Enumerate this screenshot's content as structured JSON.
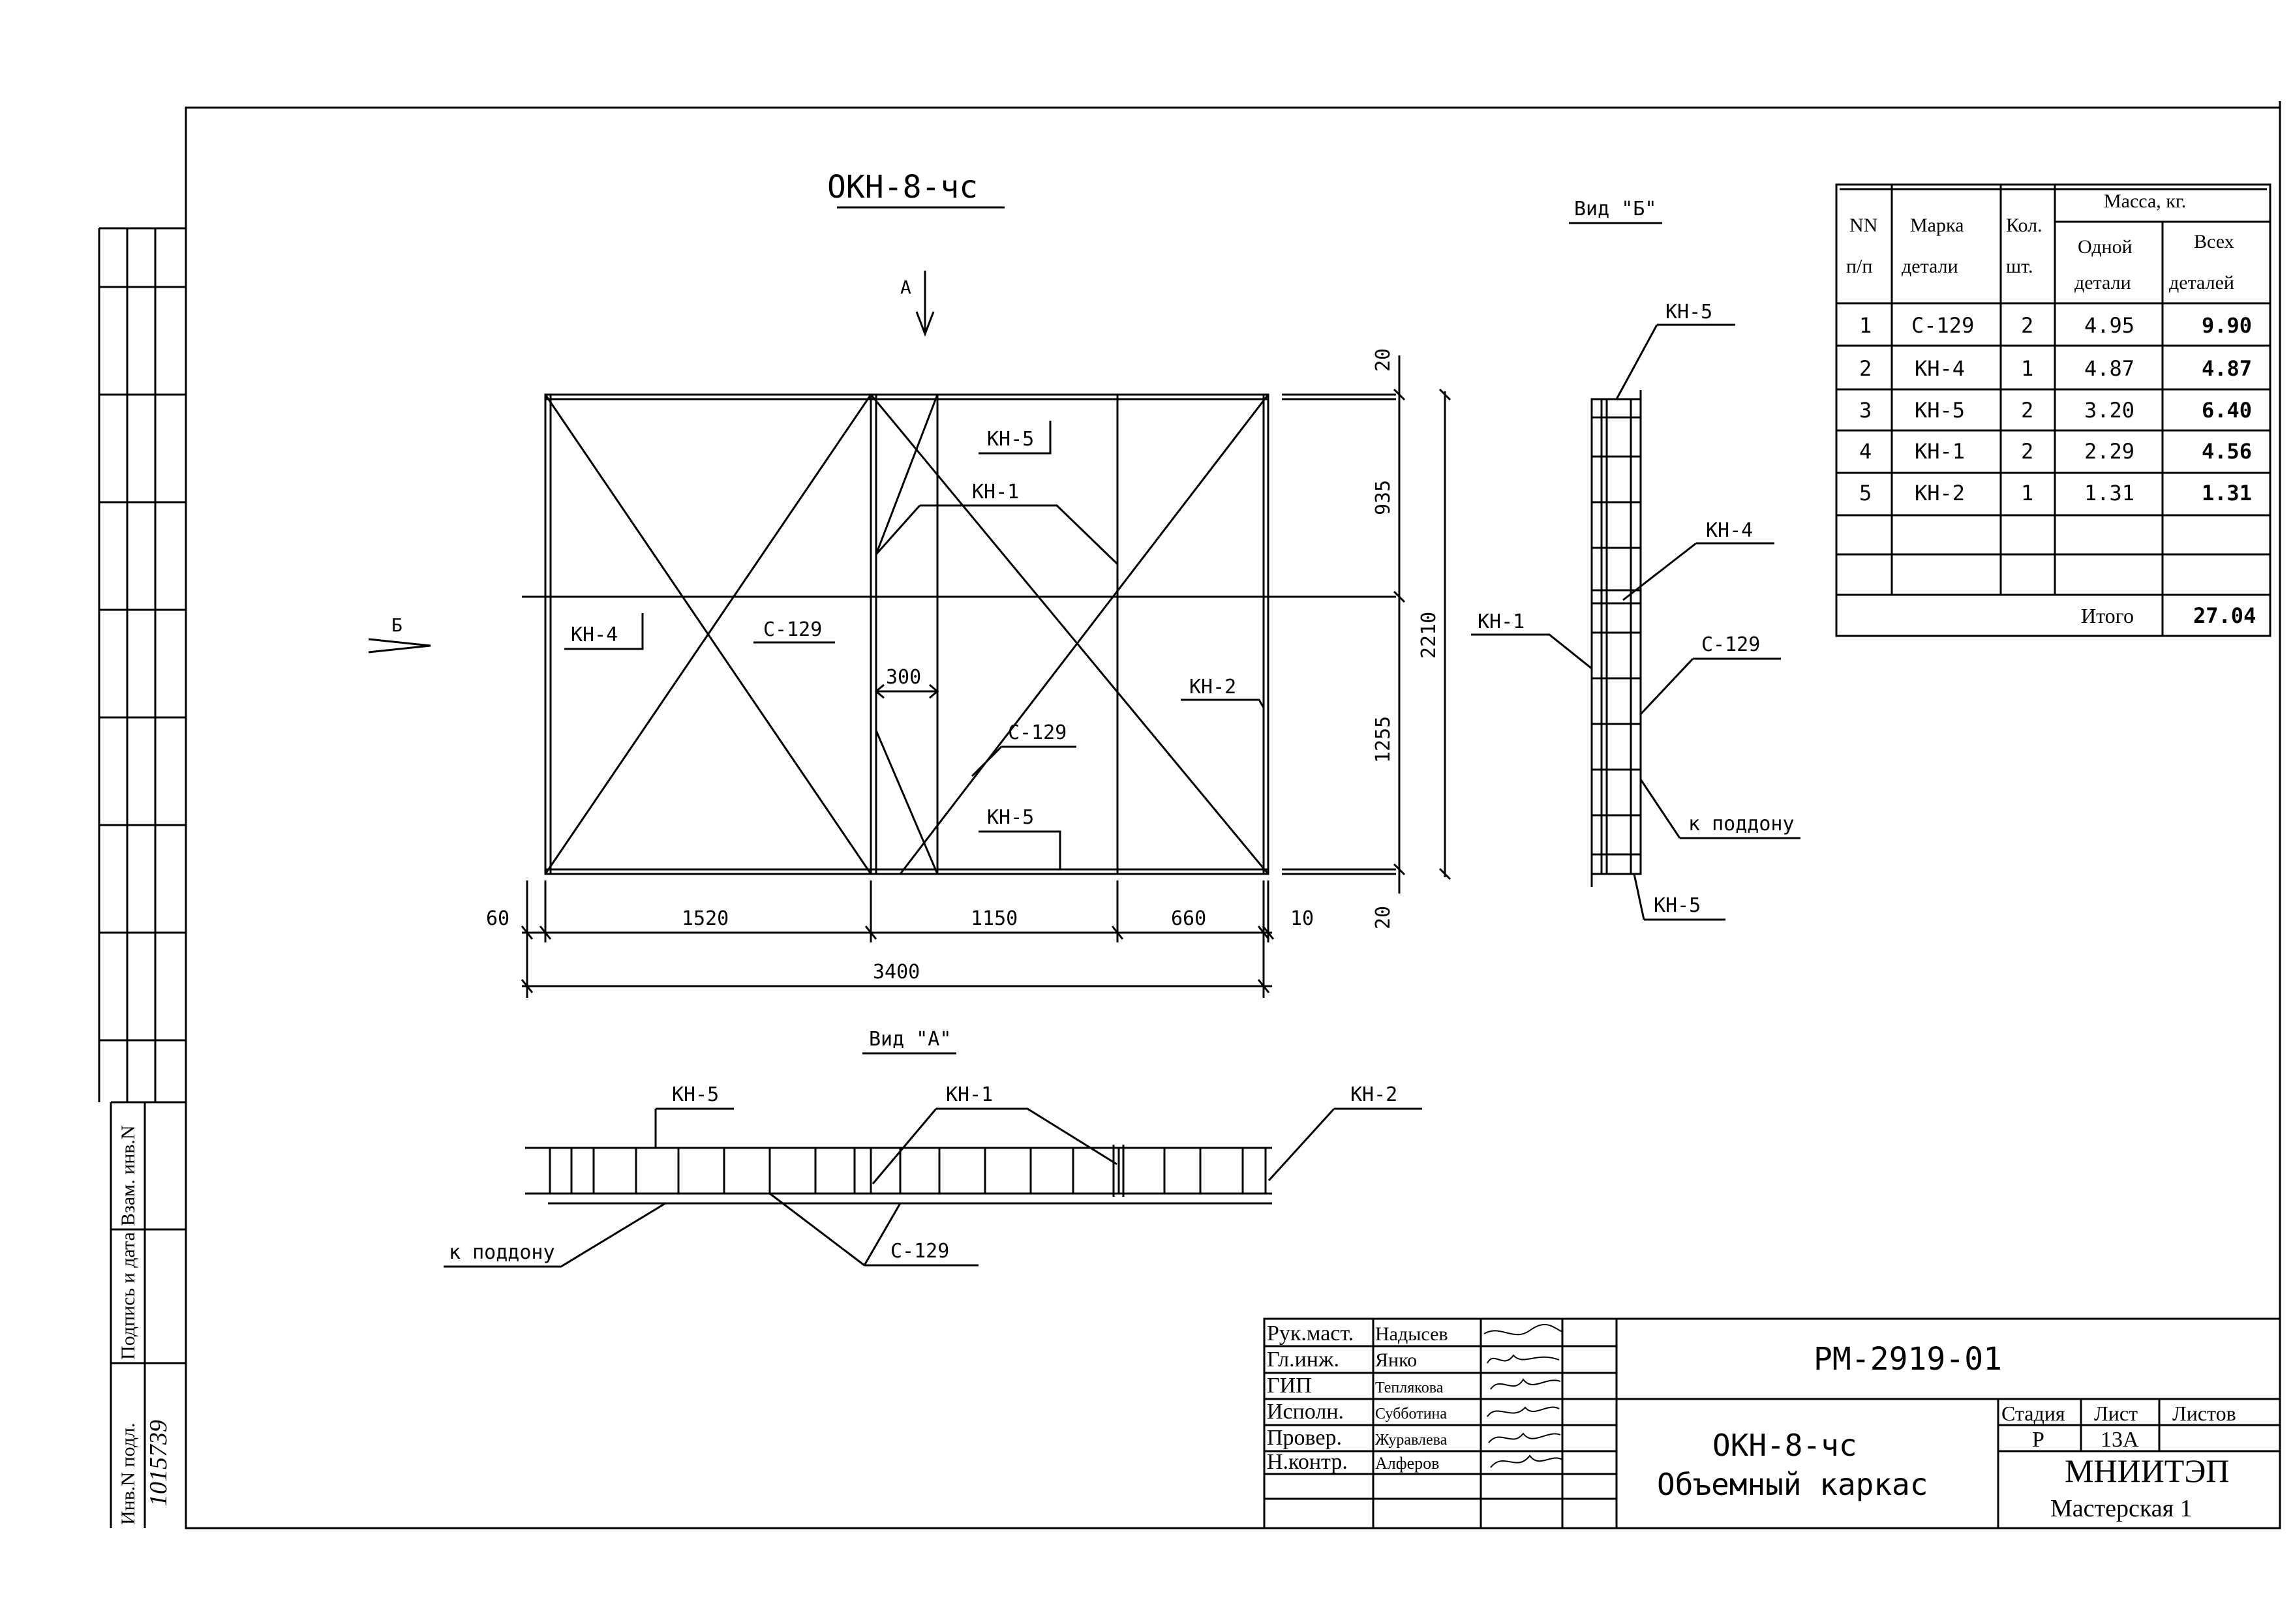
{
  "drawing": {
    "title": "ОКН-8-чс",
    "view_a_label": "Вид \"А\"",
    "view_b_label": "Вид \"Б\"",
    "arrow_a": "А",
    "arrow_b": "Б"
  },
  "plan_labels": {
    "kn5_top": "КН-5",
    "kn1": "КН-1",
    "kn4": "КН-4",
    "c129_left": "С-129",
    "c129_right": "С-129",
    "kn2": "КН-2",
    "kn5_bottom": "КН-5",
    "dim_300": "300"
  },
  "dims_bottom": [
    "60",
    "1520",
    "1150",
    "660",
    "10"
  ],
  "dim_total": "3400",
  "dims_right": [
    "20",
    "935",
    "1255",
    "20"
  ],
  "dim_height": "2210",
  "view_b": {
    "kn5_top": "КН-5",
    "kn4": "КН-4",
    "kn1": "КН-1",
    "c129": "С-129",
    "to_pallet": "к поддону",
    "kn5_bottom": "КН-5"
  },
  "view_a": {
    "kn5": "КН-5",
    "kn1": "КН-1",
    "kn2": "КН-2",
    "to_pallet": "к поддону",
    "c129": "С-129"
  },
  "spec_table": {
    "h_nn": [
      "NN",
      "п/п"
    ],
    "h_mark": [
      "Марка",
      "детали"
    ],
    "h_qty": [
      "Кол.",
      "шт."
    ],
    "h_mass": "Масса, кг.",
    "h_one": [
      "Одной",
      "детали"
    ],
    "h_all": [
      "Всех",
      "деталей"
    ],
    "rows": [
      {
        "nn": "1",
        "mark": "С-129",
        "qty": "2",
        "one": "4.95",
        "all": "9.90"
      },
      {
        "nn": "2",
        "mark": "КН-4",
        "qty": "1",
        "one": "4.87",
        "all": "4.87"
      },
      {
        "nn": "3",
        "mark": "КН-5",
        "qty": "2",
        "one": "3.20",
        "all": "6.40"
      },
      {
        "nn": "4",
        "mark": "КН-1",
        "qty": "2",
        "one": "2.29",
        "all": "4.56"
      },
      {
        "nn": "5",
        "mark": "КН-2",
        "qty": "1",
        "one": "1.31",
        "all": "1.31"
      }
    ],
    "total_label": "Итого",
    "total_value": "27.04"
  },
  "title_block": {
    "roles": [
      "Рук.маст.",
      "Гл.инж.",
      "ГИП",
      "Исполн.",
      "Провер.",
      "Н.контр."
    ],
    "names": [
      "Надысев",
      "Янко",
      "Теплякова",
      "Субботина",
      "Журавлева",
      "Алферов"
    ],
    "doc_code": "РМ-2919-01",
    "product": "ОКН-8-чс",
    "product_name": "Объемный каркас",
    "h_stage": "Стадия",
    "h_sheet": "Лист",
    "h_sheets": "Листов",
    "stage": "Р",
    "sheet": "13А",
    "org": "МНИИТЭП",
    "workshop": "Мастерская 1"
  },
  "margin_stamp": {
    "inv_orig": "Инв.N подл.",
    "sign_date": "Подпись и дата",
    "inv_swap": "Взам. инв.N",
    "inv_number": "1015739"
  }
}
